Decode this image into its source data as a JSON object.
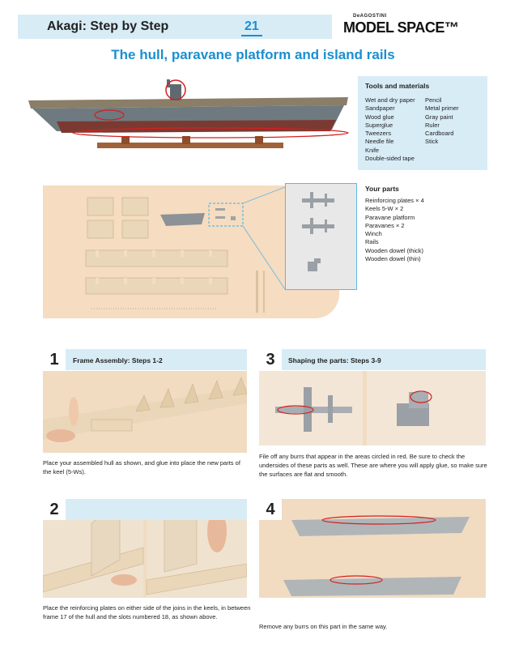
{
  "header": {
    "title": "Akagi: Step by Step",
    "page_number": "21",
    "brand_small": "DeAGOSTINI",
    "brand": "MODEL SPACE™"
  },
  "heading": "The hull, paravane platform and island rails",
  "tools": {
    "title": "Tools and materials",
    "col1": [
      "Wet and dry paper",
      "Sandpaper",
      "Wood glue",
      "Superglue",
      "Tweezers",
      "Needle file",
      "Knife",
      "Double-sided tape"
    ],
    "col2": [
      "Pencil",
      "Metal primer",
      "Gray paint",
      "Ruler",
      "Cardboard",
      "Stick"
    ]
  },
  "parts": {
    "title": "Your parts",
    "items": [
      "Reinforcing plates × 4",
      "Keels 5-W × 2",
      "Paravane platform",
      "Paravanes × 2",
      "Winch",
      "Rails",
      "Wooden dowel (thick)",
      "Wooden dowel (thin)"
    ]
  },
  "sections": {
    "s1": {
      "number": "1",
      "title": "Frame Assembly: Steps 1-2",
      "caption": "Place your assembled hull as shown, and glue into place the new parts of the keel (5-Ws)."
    },
    "s2": {
      "number": "2",
      "caption": "Place the reinforcing plates on either side of the joins in the keels, in between frame 17 of the hull and the slots numbered 18, as shown above."
    },
    "s3": {
      "number": "3",
      "title": "Shaping the parts: Steps 3-9",
      "caption": "File off any burrs that appear in the areas circled in red. Be sure to check the undersides of these parts as well. These are where you will apply glue, so make sure the surfaces are flat and smooth."
    },
    "s4": {
      "number": "4",
      "caption": "Remove any burrs on this part in the same way."
    }
  },
  "colors": {
    "accent": "#1a8fd0",
    "panel": "#d8ecf6",
    "photo_bg": "#f1dcc2",
    "highlight": "#d42020"
  }
}
